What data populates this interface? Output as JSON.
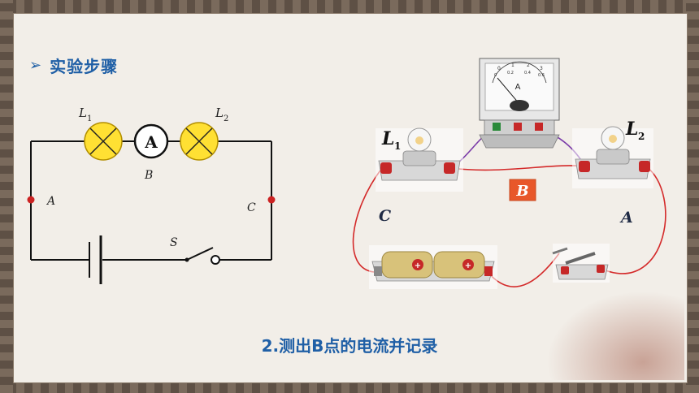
{
  "heading": {
    "arrow": "➢",
    "text": "实验步骤"
  },
  "schematic": {
    "l1_label": "L",
    "l1_sub": "1",
    "l2_label": "L",
    "l2_sub": "2",
    "ammeter_symbol": "A",
    "point_a": "A",
    "point_b": "B",
    "point_c": "C",
    "switch_label": "S"
  },
  "photo": {
    "l1_label": "L",
    "l1_sub": "1",
    "l2_label": "L",
    "l2_sub": "2",
    "point_b": "B",
    "point_c": "C",
    "point_a": "A",
    "meter_unit": "A",
    "meter_scale": [
      "0",
      "1",
      "2",
      "3"
    ],
    "meter_scale_inner": [
      "0",
      "0.2",
      "0.4",
      "0.6"
    ]
  },
  "caption": "2.测出B点的电流并记录",
  "colors": {
    "accent": "#1f5fa6",
    "lamp": "#ffe033",
    "node": "#cc2222",
    "b_badge": "#e8572a"
  }
}
